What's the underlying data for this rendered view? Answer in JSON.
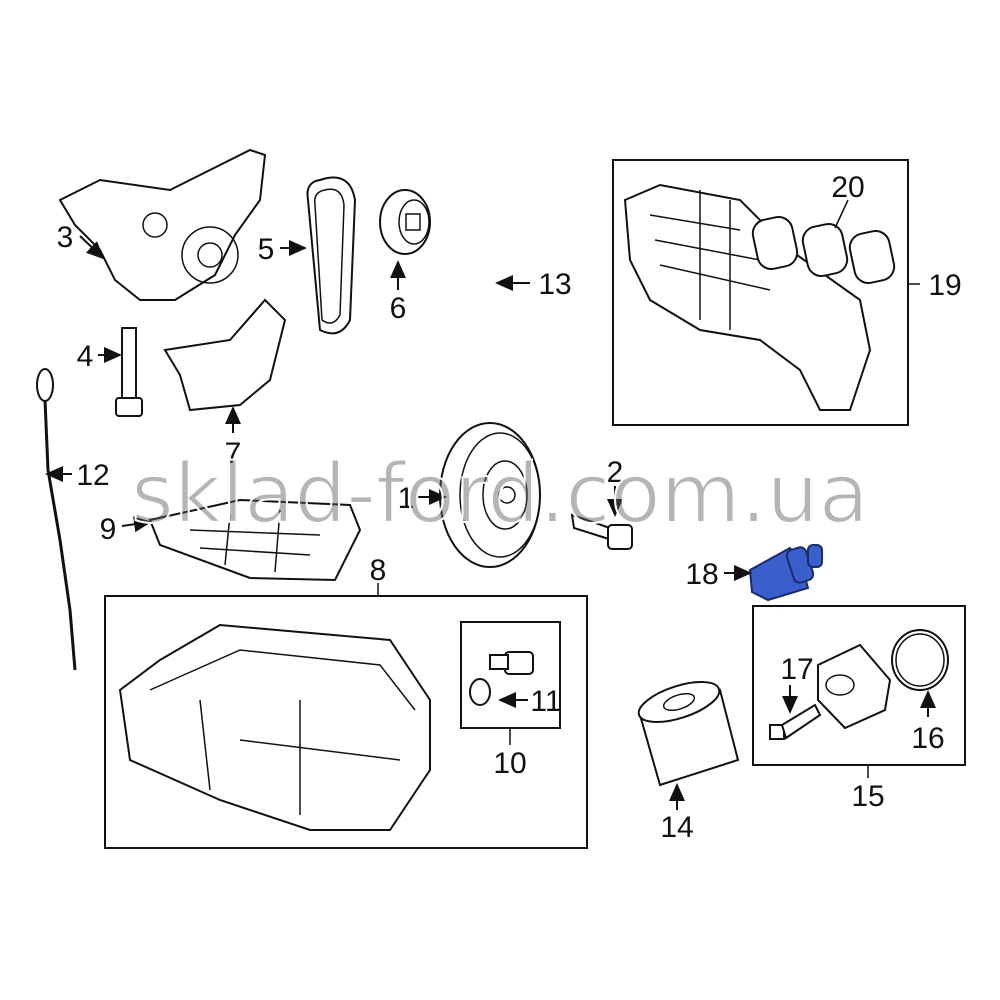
{
  "title": "Engine oil system parts diagram",
  "watermark": "sklad-ford.com.ua",
  "highlight_color": "#3a5fcd",
  "callouts": {
    "c1": "1",
    "c2": "2",
    "c3": "3",
    "c4": "4",
    "c5": "5",
    "c6": "6",
    "c7": "7",
    "c8": "8",
    "c9": "9",
    "c10": "10",
    "c11": "11",
    "c12": "12",
    "c13": "13",
    "c14": "14",
    "c15": "15",
    "c16": "16",
    "c17": "17",
    "c18": "18",
    "c19": "19",
    "c20": "20"
  },
  "highlighted_part": "18"
}
